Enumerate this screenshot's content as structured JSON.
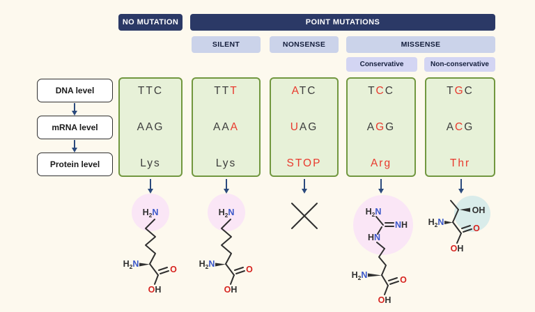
{
  "header": {
    "no_mutation": "NO MUTATION",
    "point_mutations": "POINT MUTATIONS",
    "silent": "SILENT",
    "nonsense": "NONSENSE",
    "missense": "MISSENSE",
    "conservative": "Conservative",
    "non_conservative": "Non-conservative"
  },
  "levels": {
    "dna": "DNA level",
    "mrna": "mRNA level",
    "protein": "Protein level"
  },
  "columns": [
    {
      "name": "no-mutation",
      "dna": [
        {
          "ch": "T"
        },
        {
          "ch": "T"
        },
        {
          "ch": "C"
        }
      ],
      "mrna": [
        {
          "ch": "A"
        },
        {
          "ch": "A"
        },
        {
          "ch": "G"
        }
      ],
      "protein": [
        {
          "ch": "Lys"
        }
      ]
    },
    {
      "name": "silent",
      "dna": [
        {
          "ch": "T"
        },
        {
          "ch": "T"
        },
        {
          "ch": "T",
          "red": true
        }
      ],
      "mrna": [
        {
          "ch": "A"
        },
        {
          "ch": "A"
        },
        {
          "ch": "A",
          "red": true
        }
      ],
      "protein": [
        {
          "ch": "Lys"
        }
      ]
    },
    {
      "name": "nonsense",
      "dna": [
        {
          "ch": "A",
          "red": true
        },
        {
          "ch": "T"
        },
        {
          "ch": "C"
        }
      ],
      "mrna": [
        {
          "ch": "U",
          "red": true
        },
        {
          "ch": "A"
        },
        {
          "ch": "G"
        }
      ],
      "protein": [
        {
          "ch": "STOP",
          "red": true
        }
      ]
    },
    {
      "name": "conservative",
      "dna": [
        {
          "ch": "T"
        },
        {
          "ch": "C",
          "red": true
        },
        {
          "ch": "C"
        }
      ],
      "mrna": [
        {
          "ch": "A"
        },
        {
          "ch": "G",
          "red": true
        },
        {
          "ch": "G"
        }
      ],
      "protein": [
        {
          "ch": "Arg",
          "red": true
        }
      ]
    },
    {
      "name": "non-conservative",
      "dna": [
        {
          "ch": "T"
        },
        {
          "ch": "G",
          "red": true
        },
        {
          "ch": "C"
        }
      ],
      "mrna": [
        {
          "ch": "A"
        },
        {
          "ch": "C",
          "red": true
        },
        {
          "ch": "G"
        }
      ],
      "protein": [
        {
          "ch": "Thr",
          "red": true
        }
      ]
    }
  ],
  "atoms": {
    "h": "H",
    "sub2": "2",
    "n": "N",
    "o": "O",
    "oh": "OH",
    "nh_n": "N",
    "nh_h": "H",
    "hn_h": "H",
    "hn_n": "N"
  },
  "colors": {
    "background": "#fdf9ee",
    "navy_badge": "#2b3966",
    "lavender_badge": "#cbd3ea",
    "lavender_sub_badge": "#d3d5f3",
    "green_fill": "#e7f1d8",
    "green_border": "#71973f",
    "mutation_red": "#e8392d",
    "dark_text": "#3d3d3d",
    "nitrogen_blue": "#3a57c9",
    "oxygen_red": "#d6231f",
    "arrow_navy": "#2b4a7d",
    "amine_highlight_pink": "#fae6f6",
    "hydroxyl_highlight_teal": "#d9ecea",
    "stop_x_gray": "#c4c4c4"
  }
}
